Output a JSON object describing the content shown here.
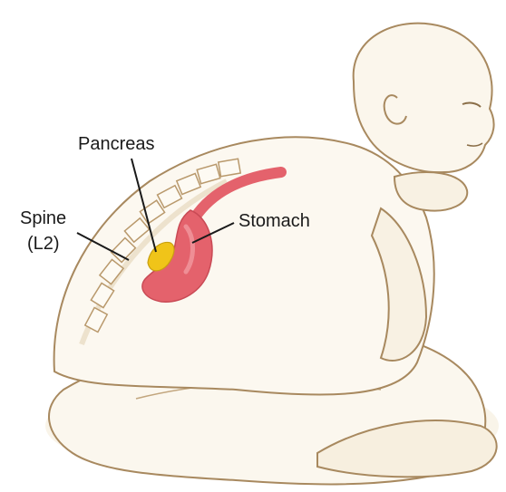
{
  "labels": {
    "pancreas": "Pancreas",
    "spine_line1": "Spine",
    "spine_line2": "(L2)",
    "stomach": "Stomach"
  },
  "colors": {
    "background": "#ffffff",
    "outline": "#a8895f",
    "skin_shadow": "#f3ead8",
    "stomach": "#e4626c",
    "stomach_light": "#f19aa0",
    "pancreas": "#f0c419",
    "leader_line": "#1a1a1a",
    "label_text": "#1a1a1a"
  }
}
